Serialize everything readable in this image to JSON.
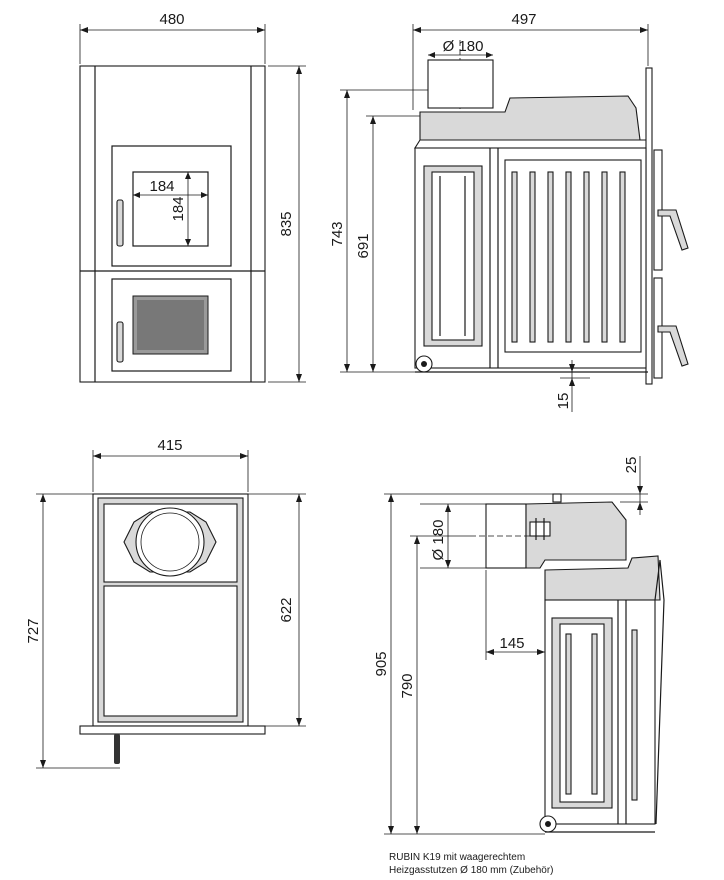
{
  "front_view": {
    "width": "480",
    "height": "835",
    "window_w": "184",
    "window_h": "184"
  },
  "side_view": {
    "depth": "497",
    "flue_diameter": "Ø 180",
    "height_total": "743",
    "height_flue": "691",
    "foot": "15"
  },
  "top_view": {
    "width": "415",
    "depth_total": "727",
    "depth_body": "622"
  },
  "side_view_horizontal": {
    "offset_top": "25",
    "flue_diameter": "Ø 180",
    "height_total": "905",
    "height_flue": "790",
    "flue_offset": "145"
  },
  "caption": {
    "line1": "RUBIN K19 mit waagerechtem",
    "line2": "Heizgasstutzen Ø 180 mm (Zubehör)"
  }
}
